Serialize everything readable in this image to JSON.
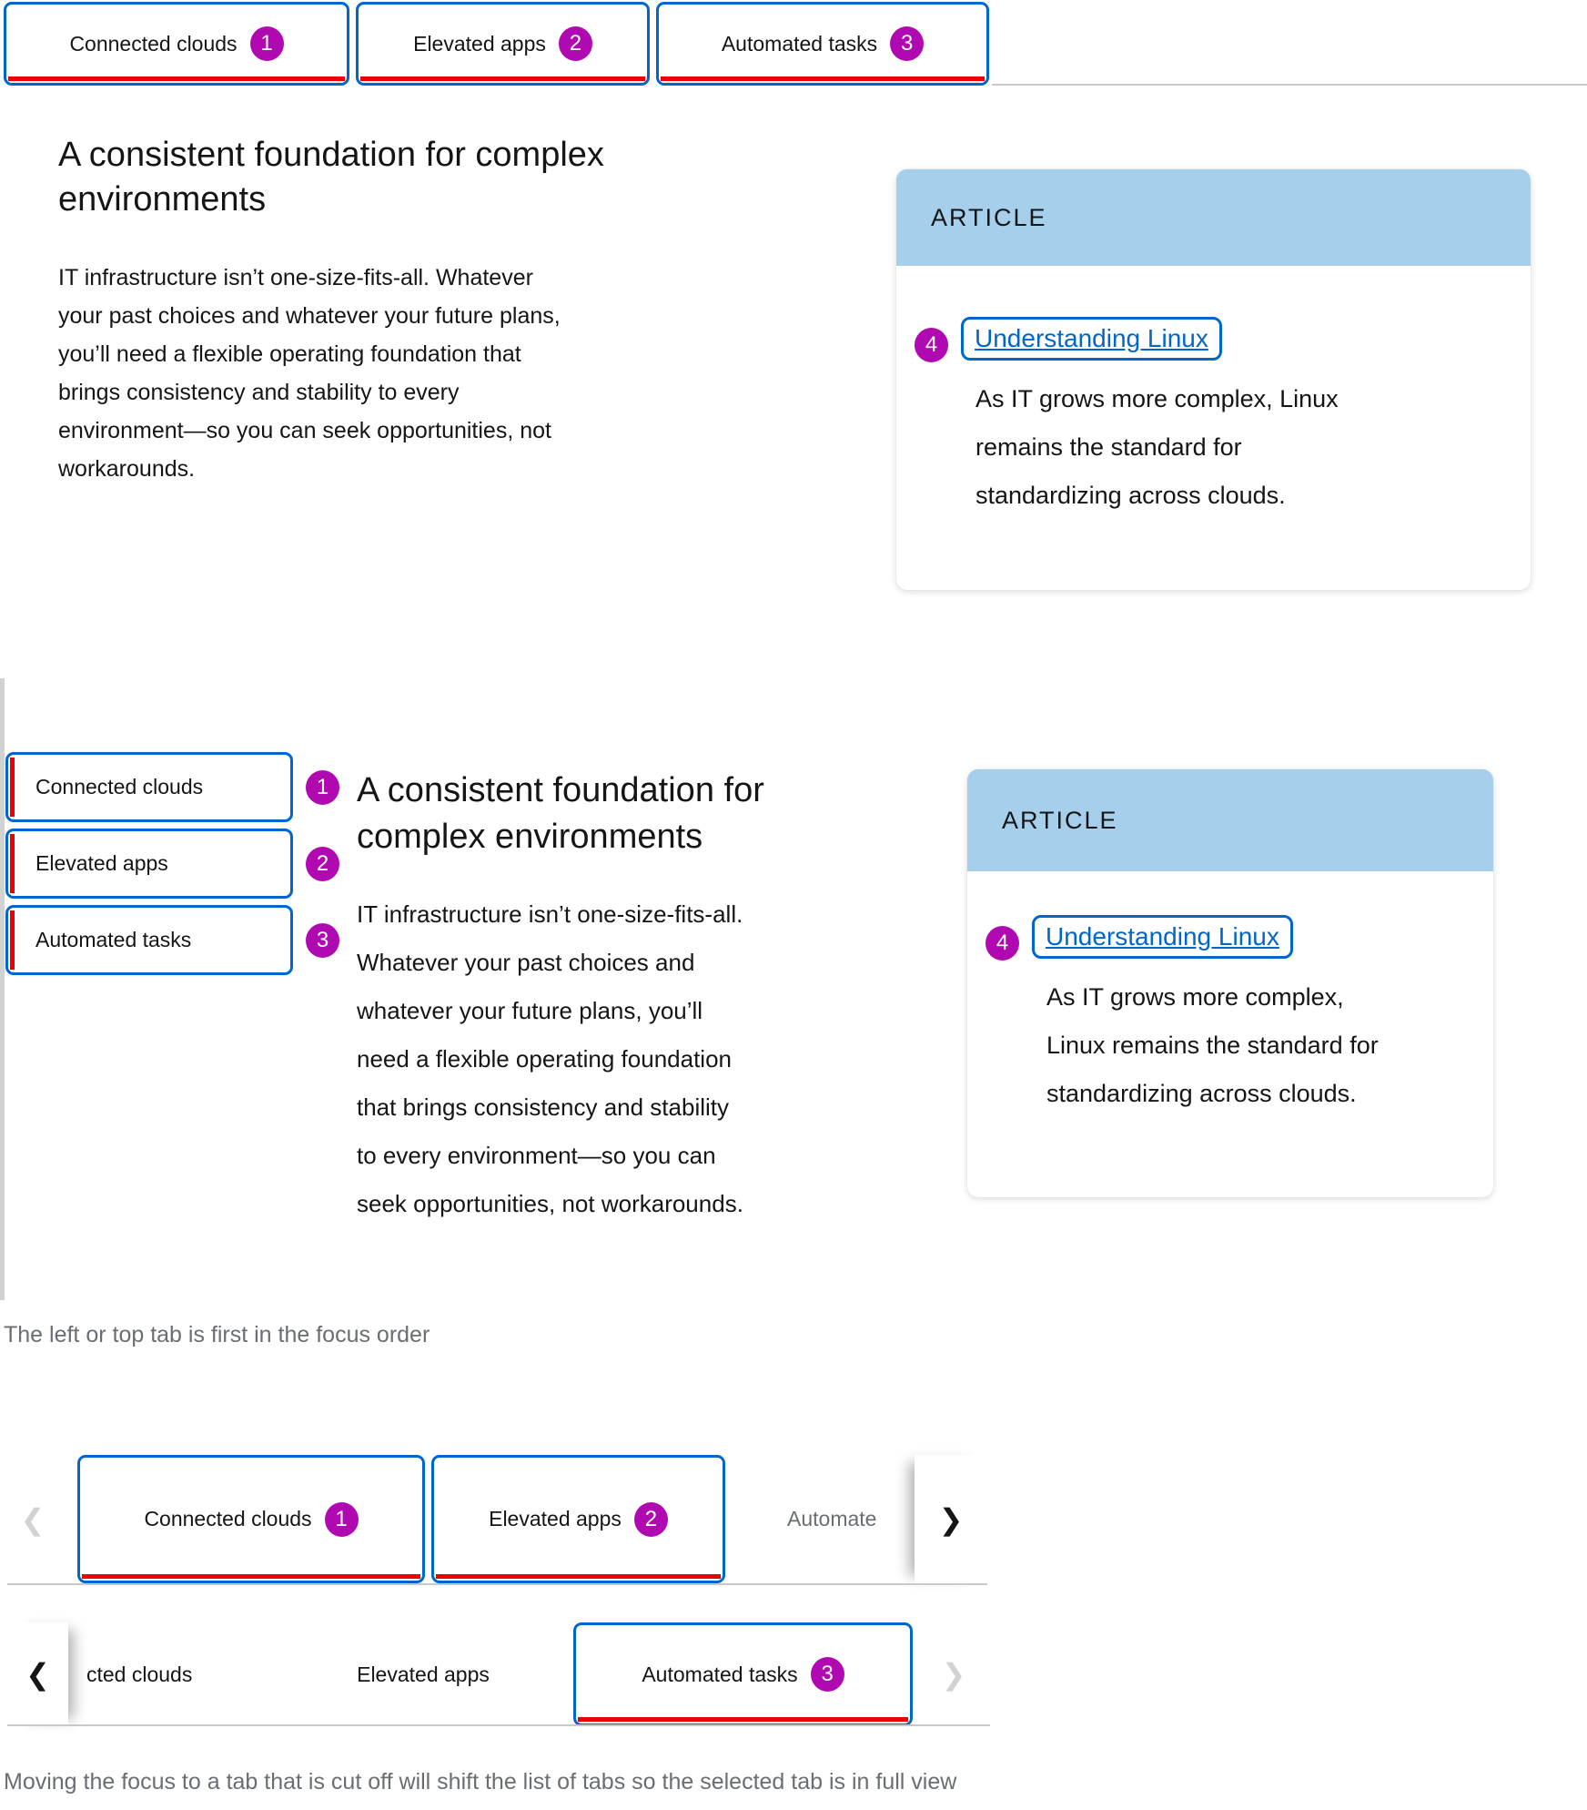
{
  "colors": {
    "focus_blue": "#0066CC",
    "accent_red": "#EE0000",
    "badge_magenta": "#B109B1",
    "link_blue": "#0066CC",
    "card_header_blue": "#A6CFEC",
    "text_dark": "#151515",
    "text_gray": "#6A6E73",
    "border_gray": "#C9C9C9",
    "disabled_gray": "#D2D2D2"
  },
  "icons": {
    "prev": "❮",
    "next": "❯"
  },
  "annotations": {
    "one": "1",
    "two": "2",
    "three": "3",
    "four": "4"
  },
  "tabs": {
    "connected": "Connected clouds",
    "elevated": "Elevated apps",
    "automated": "Automated tasks"
  },
  "content": {
    "heading_top": "A consistent foundation for complex\nenvironments",
    "body_top": "IT infrastructure isn’t one-size-fits-all. Whatever\nyour past choices and whatever your future plans,\nyou’ll need a flexible operating foundation that\nbrings consistency and stability to every\nenvironment—so you can seek opportunities, not\nworkarounds.",
    "heading_vertical": "A consistent foundation for\ncomplex environments",
    "body_vertical": "IT infrastructure isn’t one-size-fits-all.\nWhatever your past choices and\nwhatever your future plans, you’ll\nneed a flexible operating foundation\nthat brings consistency and stability\nto every environment—so you can\nseek opportunities, not workarounds."
  },
  "article_top": {
    "eyebrow": "ARTICLE",
    "link": "Understanding Linux",
    "description": "As IT grows more complex, Linux\nremains the standard for\nstandardizing across clouds."
  },
  "article_vertical": {
    "eyebrow": "ARTICLE",
    "link": "Understanding Linux",
    "description": "As IT grows more complex,\nLinux remains the standard for\nstandardizing across clouds."
  },
  "overflow": {
    "row1": {
      "cutoff_label": "Automate"
    },
    "row2": {
      "cutoff_label": "cted clouds"
    }
  },
  "captions": {
    "vertical_rule": "The left or top tab is first in the focus order",
    "overflow_rule": "Moving the focus to a tab that is cut off will shift the list of tabs so the selected tab is in full view"
  }
}
